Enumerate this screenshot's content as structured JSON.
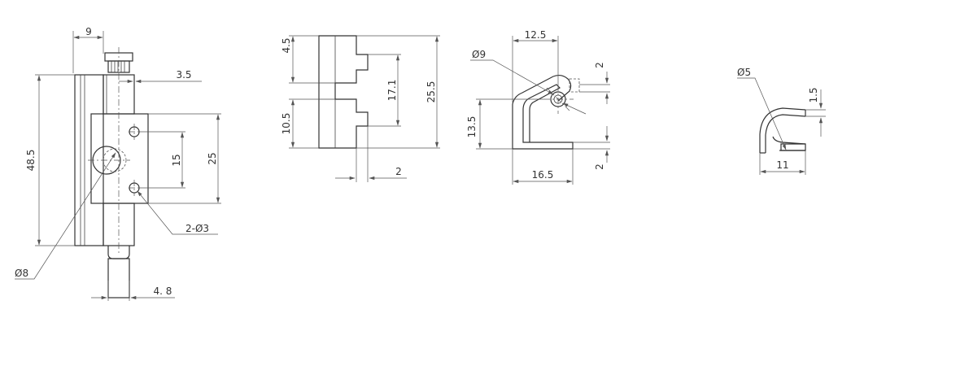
{
  "view1": {
    "labels": {
      "d9": "9",
      "d3_5": "3.5",
      "d48_5": "48.5",
      "d15": "15",
      "d25": "25",
      "d2_o3": "2-Ø3",
      "d_o8": "Ø8",
      "d4_8": "4. 8"
    }
  },
  "view2": {
    "labels": {
      "d4_5": "4.5",
      "d10_5": "10.5",
      "d17_1": "17.1",
      "d25_5": "25.5",
      "d2": "2"
    }
  },
  "view3": {
    "labels": {
      "d12_5": "12.5",
      "d_o9": "Ø9",
      "d2_top": "2",
      "d13_5": "13.5",
      "d16_5": "16.5",
      "d2_bottom": "2"
    }
  },
  "view4": {
    "labels": {
      "d_o5": "Ø5",
      "d1_5": "1.5",
      "d11": "11"
    }
  }
}
